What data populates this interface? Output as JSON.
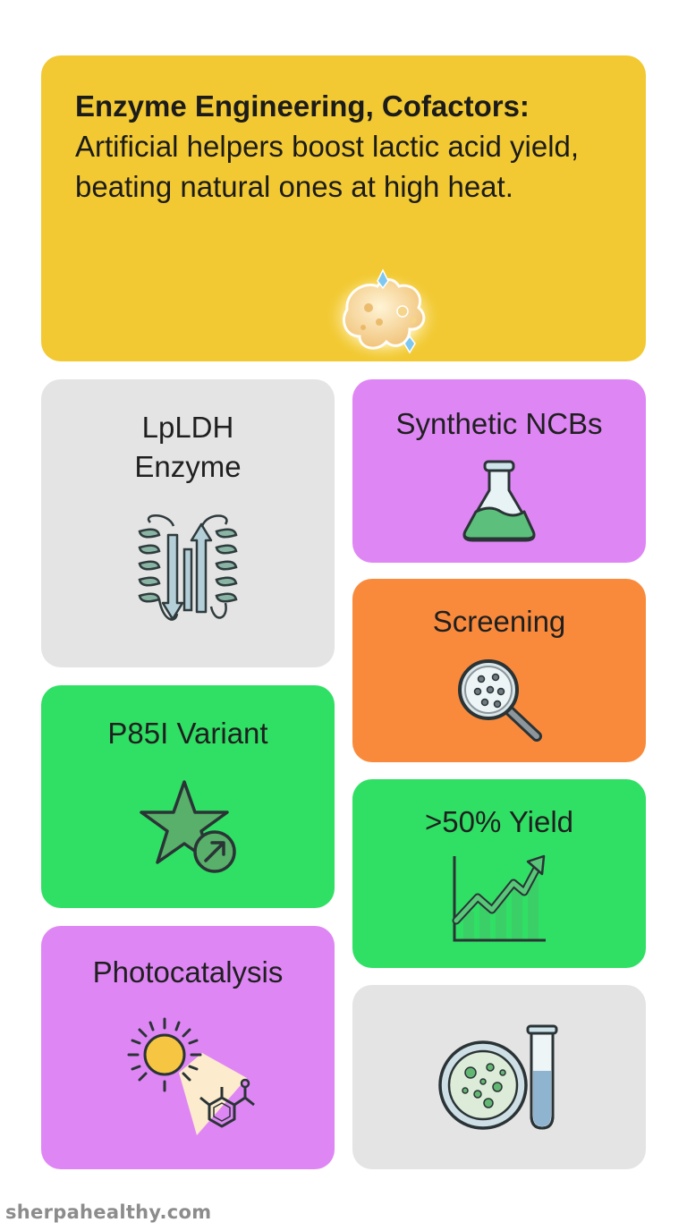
{
  "hero": {
    "title_bold": "Enzyme Engineering, Cofactors:",
    "title_rest": "Artificial helpers boost lactic acid yield, beating natural ones at high heat.",
    "icon": "glowing-enzyme-icon"
  },
  "cards": {
    "lpldh": {
      "label_line1": "LpLDH",
      "label_line2": "Enzyme",
      "icon": "protein-structure-icon",
      "color": "#e4e4e4"
    },
    "ncbs": {
      "label": "Synthetic NCBs",
      "icon": "flask-icon",
      "color": "#df86f5"
    },
    "screening": {
      "label": "Screening",
      "icon": "magnifier-icon",
      "color": "#f98a3c"
    },
    "p85i": {
      "label": "P85I Variant",
      "icon": "star-arrow-icon",
      "color": "#2fe064"
    },
    "yield": {
      "label": ">50% Yield",
      "icon": "growth-chart-icon",
      "color": "#2fe064"
    },
    "photocatalysis": {
      "label": "Photocatalysis",
      "icon": "sun-molecule-icon",
      "color": "#df86f5"
    },
    "lab": {
      "icon": "petri-dish-test-tube-icon",
      "color": "#e4e4e4"
    }
  },
  "hero_color": "#f2c932",
  "watermark": "sherpahealthy.com"
}
